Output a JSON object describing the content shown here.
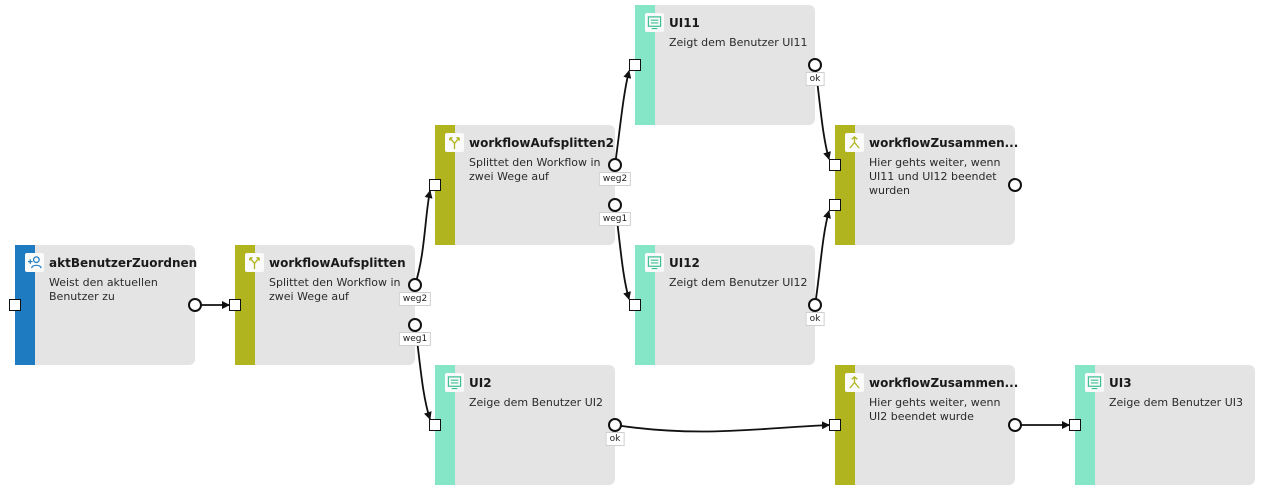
{
  "colors": {
    "assign": "#1e7bc1",
    "split": "#b0b41e",
    "ui": "#84e6c7",
    "card_bg": "#e4e4e4"
  },
  "nodes": [
    {
      "id": "aktBenutzerZuordnen",
      "title": "aktBenutzerZuordnen",
      "desc": "Weist den aktuellen Benutzer zu",
      "kind": "assign",
      "icon": "add-user-icon"
    },
    {
      "id": "workflowAufsplitten",
      "title": "workflowAufsplitten",
      "desc": "Splittet den Workflow in zwei Wege auf",
      "kind": "split",
      "icon": "split-icon"
    },
    {
      "id": "workflowAufsplitten2",
      "title": "workflowAufsplitten2",
      "desc": "Splittet den Workflow in zwei Wege auf",
      "kind": "split",
      "icon": "split-icon"
    },
    {
      "id": "UI11",
      "title": "UI11",
      "desc": "Zeigt dem Benutzer UI11",
      "kind": "ui",
      "icon": "screen-icon"
    },
    {
      "id": "UI12",
      "title": "UI12",
      "desc": "Zeigt dem Benutzer UI12",
      "kind": "ui",
      "icon": "screen-icon"
    },
    {
      "id": "UI2",
      "title": "UI2",
      "desc": "Zeige dem Benutzer UI2",
      "kind": "ui",
      "icon": "screen-icon"
    },
    {
      "id": "workflowZusammen1",
      "title": "workflowZusammen...",
      "desc": "Hier gehts weiter, wenn UI11 und UI12 beendet wurden",
      "kind": "split",
      "icon": "merge-icon"
    },
    {
      "id": "workflowZusammen2",
      "title": "workflowZusammen...",
      "desc": "Hier gehts weiter, wenn UI2 beendet wurde",
      "kind": "split",
      "icon": "merge-icon"
    },
    {
      "id": "UI3",
      "title": "UI3",
      "desc": "Zeige dem Benutzer UI3",
      "kind": "ui",
      "icon": "screen-icon"
    }
  ],
  "port_labels": {
    "split1_weg2": "weg2",
    "split1_weg1": "weg1",
    "split2_weg2": "weg2",
    "split2_weg1": "weg1",
    "ui11_ok": "ok",
    "ui12_ok": "ok",
    "ui2_ok": "ok"
  },
  "edges": [
    {
      "from": "aktBenutzerZuordnen",
      "to": "workflowAufsplitten"
    },
    {
      "from": "workflowAufsplitten",
      "port": "weg2",
      "to": "workflowAufsplitten2"
    },
    {
      "from": "workflowAufsplitten",
      "port": "weg1",
      "to": "UI2"
    },
    {
      "from": "workflowAufsplitten2",
      "port": "weg2",
      "to": "UI11"
    },
    {
      "from": "workflowAufsplitten2",
      "port": "weg1",
      "to": "UI12"
    },
    {
      "from": "UI11",
      "port": "ok",
      "to": "workflowZusammen1"
    },
    {
      "from": "UI12",
      "port": "ok",
      "to": "workflowZusammen1"
    },
    {
      "from": "UI2",
      "port": "ok",
      "to": "workflowZusammen2"
    },
    {
      "from": "workflowZusammen2",
      "to": "UI3"
    }
  ]
}
